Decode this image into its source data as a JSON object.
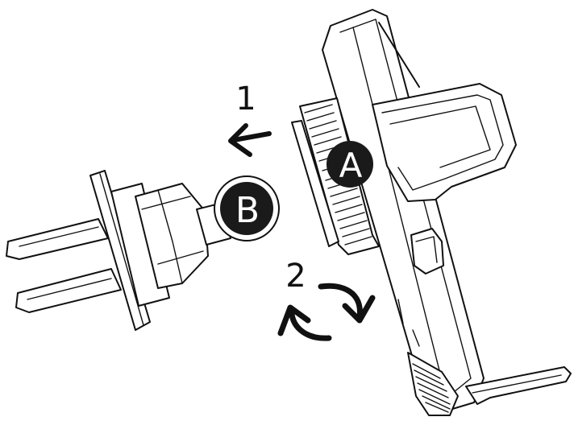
{
  "steps": [
    {
      "number": "1",
      "direction": "left"
    },
    {
      "number": "2",
      "direction": "rotate"
    }
  ],
  "badges": [
    {
      "letter": "A",
      "part": "holder-socket",
      "color": "#1a1a1a",
      "text_color": "#ffffff"
    },
    {
      "letter": "B",
      "part": "vent-clip-ball",
      "color": "#1a1a1a",
      "text_color": "#ffffff"
    }
  ],
  "colors": {
    "line": "#111111",
    "background": "#ffffff",
    "badge": "#1a1a1a"
  },
  "icons": [
    "arrow-left-icon",
    "rotate-arrows-icon"
  ]
}
